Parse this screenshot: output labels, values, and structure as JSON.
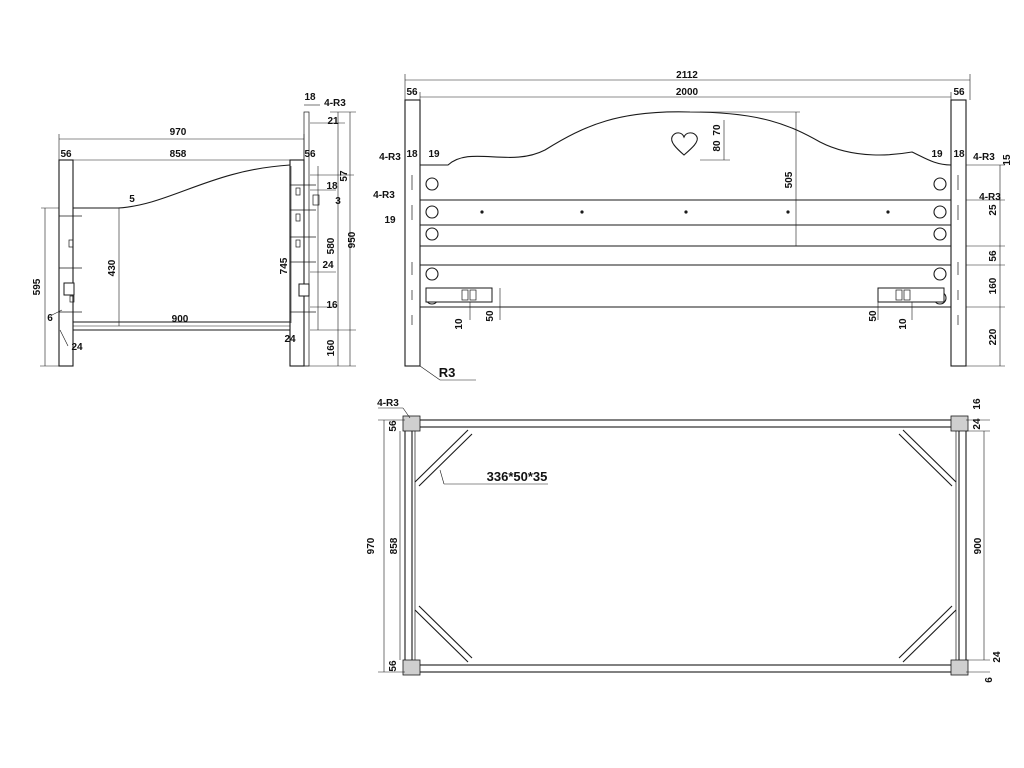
{
  "side_view": {
    "dims": {
      "total_length": "970",
      "inner_length": "858",
      "post_width_left": "56",
      "post_width_right": "56",
      "rail_gap": "900",
      "rail_height": "430",
      "post_height": "595",
      "curve_offset": "5",
      "leg_offset_left": "6",
      "foot_left": "24",
      "foot_right": "24",
      "top_r": "4-R3",
      "top_18": "18",
      "right_21": "21",
      "right_57": "57",
      "right_18": "18",
      "right_3": "3",
      "right_580": "580",
      "right_745": "745",
      "right_950": "950",
      "right_24": "24",
      "right_16": "16",
      "right_160": "160"
    }
  },
  "front_view": {
    "dims": {
      "overall": "2112",
      "inner": "2000",
      "post_left": "56",
      "post_right": "56",
      "heart_70": "70",
      "heart_80": "80",
      "arch_505": "505",
      "left_r_top": "4-R3",
      "left_18": "18",
      "left_19_top": "19",
      "left_r_mid": "4-R3",
      "left_19_mid": "19",
      "right_19": "19",
      "right_18": "18",
      "right_r_top": "4-R3",
      "right_15": "15",
      "right_r_mid": "4-R3",
      "right_25": "25",
      "right_56": "56",
      "right_160": "160",
      "right_220": "220",
      "bracket_left_10": "10",
      "bracket_left_50": "50",
      "bracket_right_50": "50",
      "bracket_right_10": "10",
      "radius_label": "R3"
    }
  },
  "top_view": {
    "dims": {
      "corner_r": "4-R3",
      "post_56_top": "56",
      "post_56_bottom": "56",
      "outer_970": "970",
      "inner_858": "858",
      "brace_label": "336*50*35",
      "right_900": "900",
      "right_16": "16",
      "right_24_top": "24",
      "right_24_bottom": "24",
      "right_6": "6"
    }
  }
}
